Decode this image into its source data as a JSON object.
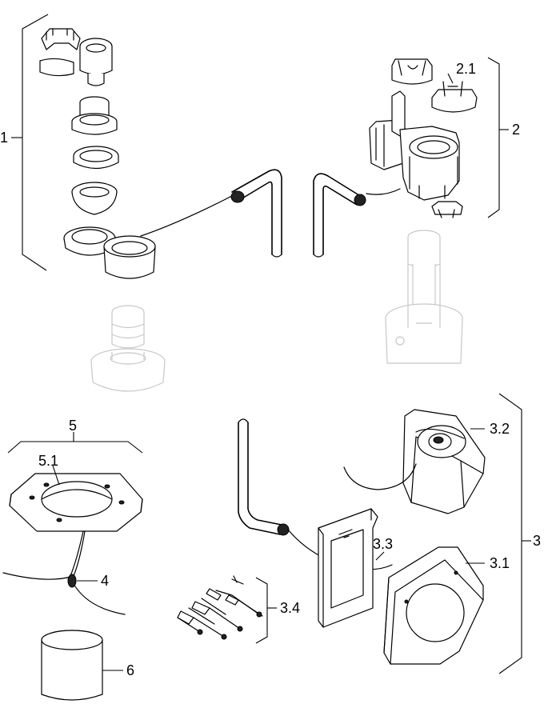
{
  "labels": {
    "l1": "1",
    "l2": "2",
    "l2_1": "2.1",
    "l3": "3",
    "l3_1": "3.1",
    "l3_2": "3.2",
    "l3_3": "3.3",
    "l3_4": "3.4",
    "l4": "4",
    "l5": "5",
    "l5_1": "5.1",
    "l6": "6"
  }
}
